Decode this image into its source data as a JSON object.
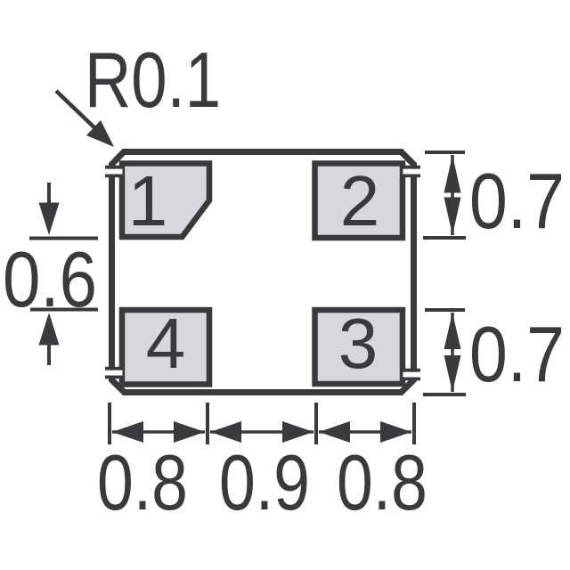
{
  "diagram": {
    "kind": "component-land-pattern-drawing",
    "colors": {
      "line": "#3a3a3c",
      "pad_fill": "#d8d8da",
      "background": "#ffffff"
    },
    "labels": {
      "corner_radius": "R0.1"
    },
    "pads": [
      {
        "number": "1",
        "position": "top-left",
        "shape": "chamfered-square"
      },
      {
        "number": "2",
        "position": "top-right",
        "shape": "square"
      },
      {
        "number": "3",
        "position": "bottom-right",
        "shape": "square"
      },
      {
        "number": "4",
        "position": "bottom-left",
        "shape": "square"
      }
    ],
    "dimensions": {
      "pad_height_top_right": "0.7",
      "pad_height_bottom_right": "0.7",
      "vertical_gap_left": "0.6",
      "bottom_widths": [
        "0.8",
        "0.9",
        "0.8"
      ]
    }
  }
}
